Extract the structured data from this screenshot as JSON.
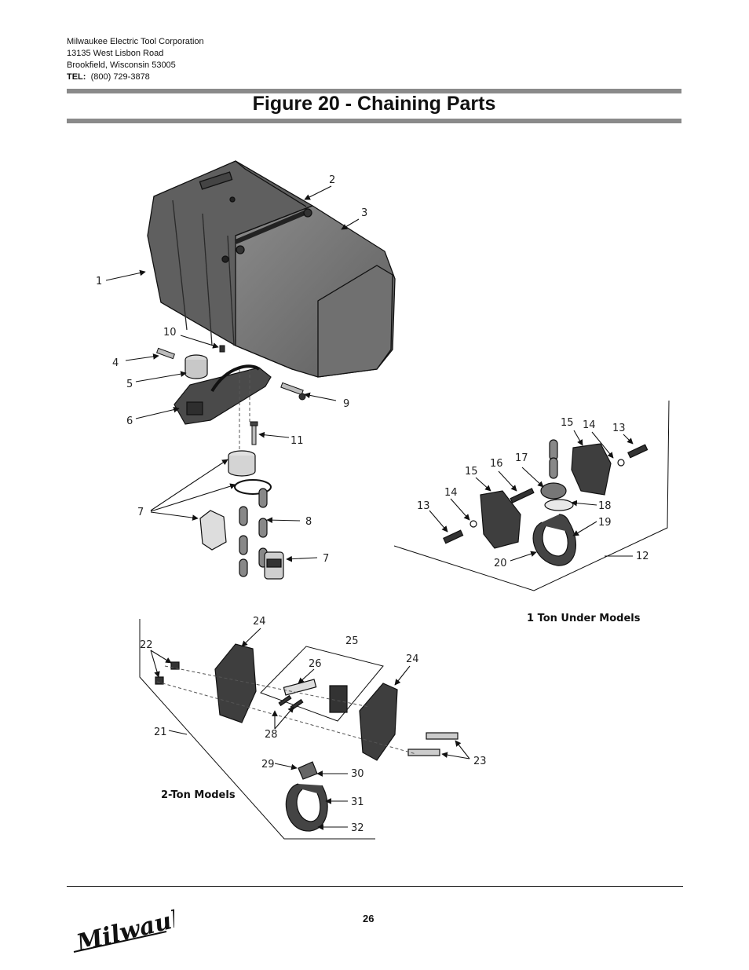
{
  "header": {
    "company": "Milwaukee Electric Tool Corporation",
    "street": "13135 West Lisbon Road",
    "city": "Brookfield, Wisconsin 53005",
    "tel_label": "TEL:",
    "tel_value": "(800) 729-3878"
  },
  "title": "Figure 20 - Chaining Parts",
  "callouts": {
    "c1": "1",
    "c2": "2",
    "c3": "3",
    "c4": "4",
    "c5": "5",
    "c6": "6",
    "c7a": "7",
    "c7b": "7",
    "c8": "8",
    "c9": "9",
    "c10": "10",
    "c11": "11",
    "c12": "12",
    "c13a": "13",
    "c13b": "13",
    "c14a": "14",
    "c14b": "14",
    "c15a": "15",
    "c15b": "15",
    "c16": "16",
    "c17": "17",
    "c18": "18",
    "c19": "19",
    "c20": "20",
    "c21": "21",
    "c22": "22",
    "c23": "23",
    "c24a": "24",
    "c24b": "24",
    "c25": "25",
    "c26": "26",
    "c28": "28",
    "c29": "29",
    "c30": "30",
    "c31": "31",
    "c32": "32"
  },
  "labels": {
    "one_ton": "1 Ton Under Models",
    "two_ton": "2-Ton Models"
  },
  "footer": {
    "page_number": "26",
    "logo_text": "Milwaukee"
  }
}
